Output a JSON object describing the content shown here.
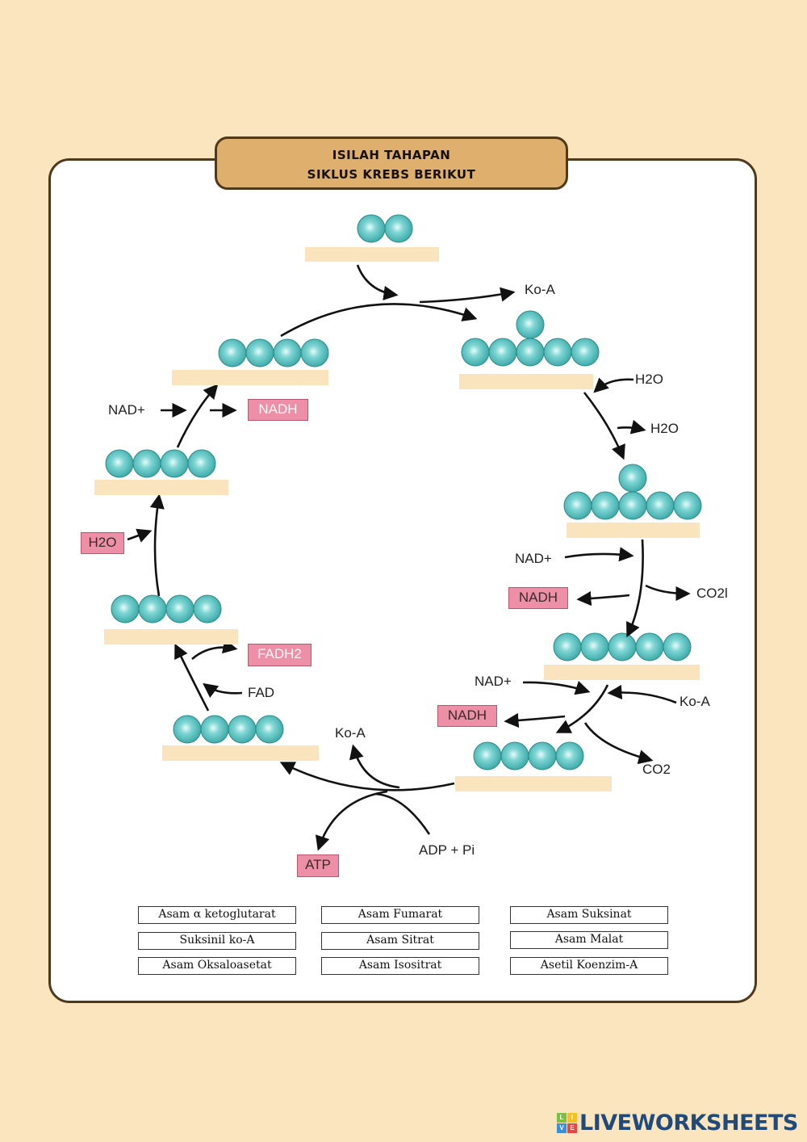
{
  "title": {
    "line1": "ISILAH TAHAPAN",
    "line2": "SIKLUS KREBS BERIKUT"
  },
  "colors": {
    "background": "#fbe5bf",
    "title_fill": "#deaf6d",
    "answer_bar": "#fae4bd",
    "molecule": "#4fc1c0",
    "pink_box": "#ee8fa8",
    "logo": "#1f4a7a"
  },
  "molecules": [
    {
      "id": "acetyl-coa",
      "carbons": 2,
      "branched": false
    },
    {
      "id": "citrate",
      "carbons": 6,
      "branched": true
    },
    {
      "id": "isocitrate",
      "carbons": 6,
      "branched": true
    },
    {
      "id": "alpha-ketoglutarate",
      "carbons": 5,
      "branched": false
    },
    {
      "id": "succinyl-coa",
      "carbons": 4,
      "branched": false
    },
    {
      "id": "succinate",
      "carbons": 4,
      "branched": false
    },
    {
      "id": "fumarate",
      "carbons": 4,
      "branched": false
    },
    {
      "id": "malate",
      "carbons": 4,
      "branched": false
    },
    {
      "id": "oxaloacetate",
      "carbons": 4,
      "branched": false
    }
  ],
  "labels": {
    "koa_out_top": "Ko-A",
    "h2o_in": "H2O",
    "h2o_out": "H2O",
    "nad_1": "NAD+",
    "co2_1": "CO2l",
    "nad_2": "NAD+",
    "koa_in": "Ko-A",
    "co2_2": "CO2",
    "koa_out_bottom": "Ko-A",
    "adp_pi": "ADP + Pi",
    "fad": "FAD",
    "nad_left": "NAD+"
  },
  "products": {
    "nadh_1": "NADH",
    "nadh_2": "NADH",
    "atp": "ATP",
    "fadh2": "FADH2",
    "h2o_left": "H2O",
    "nadh_left": "NADH"
  },
  "options": [
    [
      "Asam α ketoglutarat",
      "Asam Fumarat",
      "Asam Suksinat"
    ],
    [
      "Suksinil ko-A",
      "Asam Sitrat",
      "Asam Malat"
    ],
    [
      "Asam Oksaloasetat",
      "Asam Isositrat",
      "Asetil Koenzim-A"
    ]
  ],
  "logo": {
    "text": "LIVEWORKSHEETS",
    "tiles": [
      "L",
      "I",
      "V",
      "E"
    ]
  }
}
